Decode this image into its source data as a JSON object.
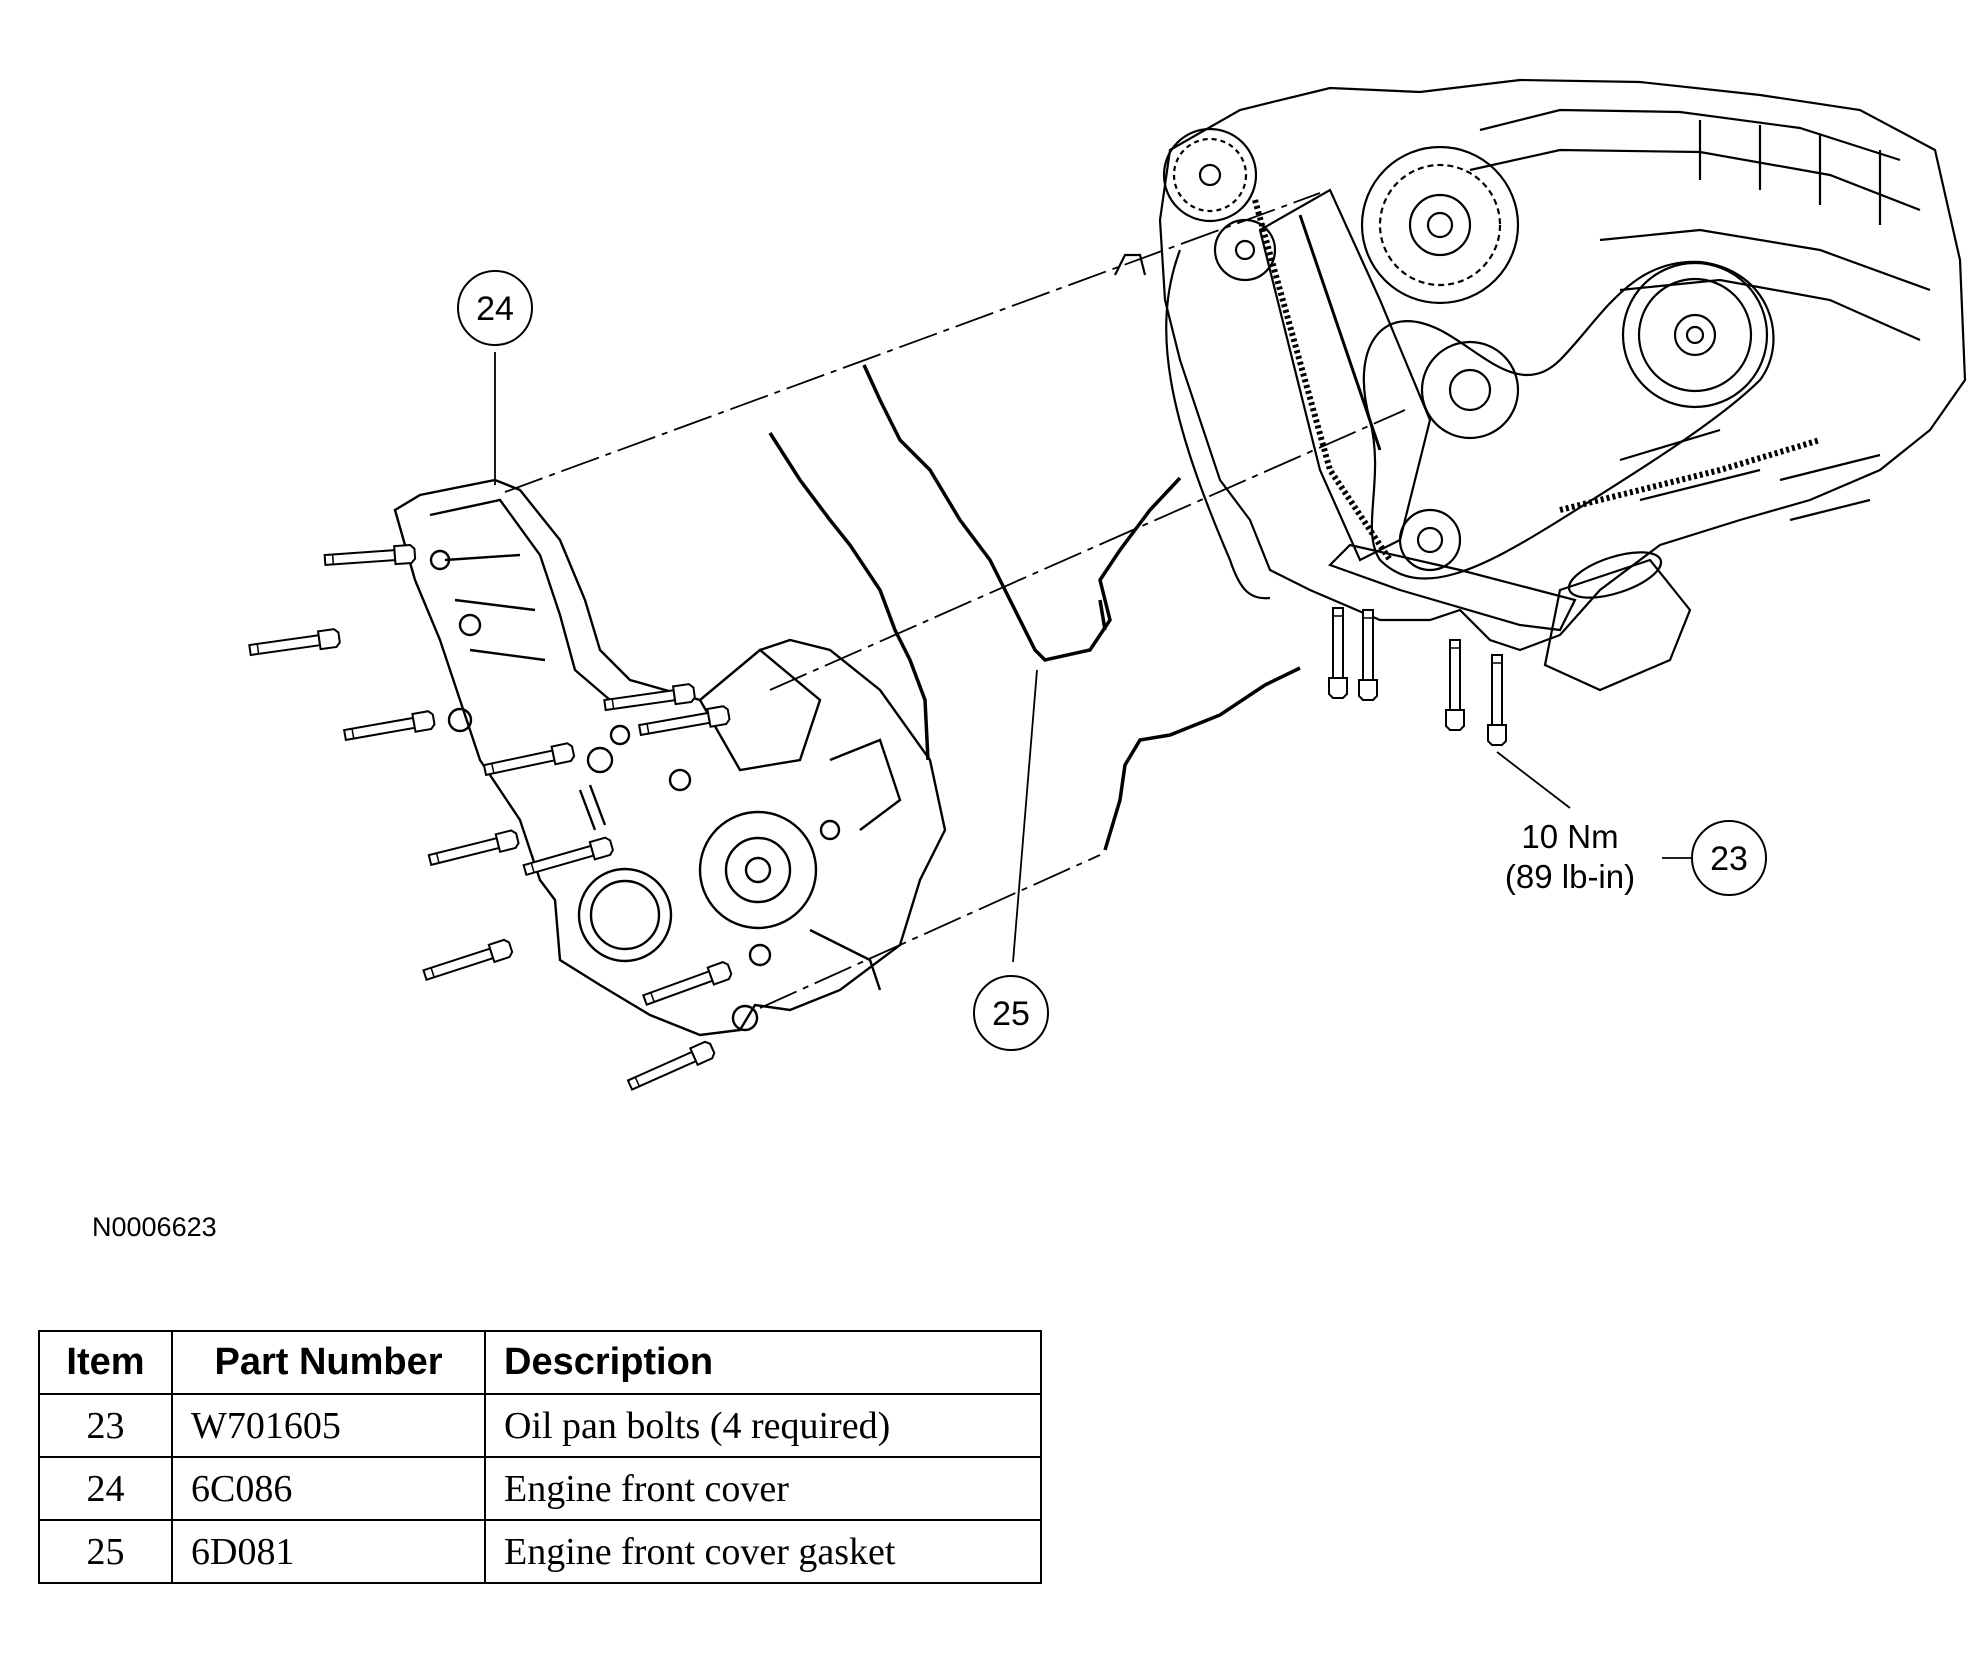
{
  "callouts": {
    "c23": "23",
    "c24": "24",
    "c25": "25"
  },
  "torque": {
    "metric": "10 Nm",
    "imperial": "(89 lb-in)"
  },
  "figure_id": "N0006623",
  "table": {
    "headers": [
      "Item",
      "Part Number",
      "Description"
    ],
    "rows": [
      {
        "item": "23",
        "part_number": "W701605",
        "description": "Oil pan bolts (4 required)"
      },
      {
        "item": "24",
        "part_number": "6C086",
        "description": "Engine front cover"
      },
      {
        "item": "25",
        "part_number": "6D081",
        "description": "Engine front cover gasket"
      }
    ]
  }
}
